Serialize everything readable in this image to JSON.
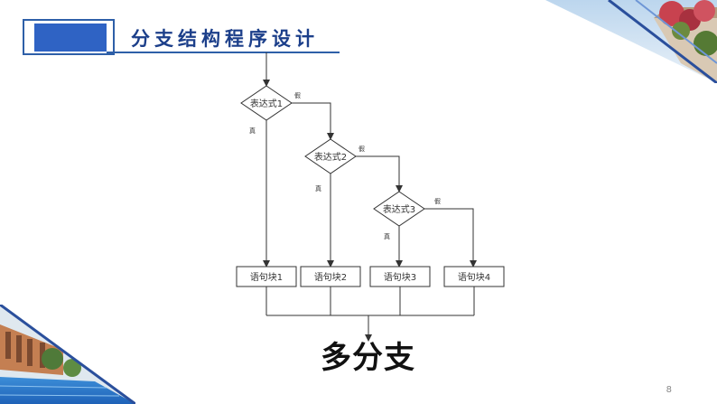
{
  "slide": {
    "title": "分支结构程序设计",
    "caption": "多分支",
    "page_number": "8"
  },
  "flowchart": {
    "conditions": [
      {
        "label": "表达式1",
        "true_label": "真",
        "false_label": "假"
      },
      {
        "label": "表达式2",
        "true_label": "真",
        "false_label": "假"
      },
      {
        "label": "表达式3",
        "true_label": "真",
        "false_label": "假"
      }
    ],
    "blocks": [
      "语句块1",
      "语句块2",
      "语句块3",
      "语句块4"
    ]
  },
  "colors": {
    "accent_blue": "#2f63c4",
    "title_blue": "#1c3f8a"
  }
}
